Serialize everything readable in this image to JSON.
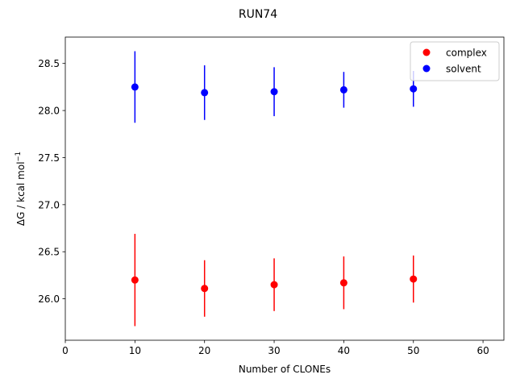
{
  "chart_data": {
    "type": "scatter",
    "title": "RUN74",
    "xlabel": "Number of CLONEs",
    "ylabel_text": "ΔG / kcal mol",
    "ylabel_sup": "−1",
    "xlim": [
      0,
      63
    ],
    "ylim": [
      25.56,
      28.78
    ],
    "xticks": [
      0,
      10,
      20,
      30,
      40,
      50,
      60
    ],
    "yticks": [
      26.0,
      26.5,
      27.0,
      27.5,
      28.0,
      28.5
    ],
    "grid": false,
    "legend_position": "top-right",
    "series": [
      {
        "name": "complex",
        "color": "#ff0000",
        "x": [
          10,
          20,
          30,
          40,
          50
        ],
        "y": [
          26.2,
          26.11,
          26.15,
          26.17,
          26.21
        ],
        "yerr": [
          0.49,
          0.3,
          0.28,
          0.28,
          0.25
        ]
      },
      {
        "name": "solvent",
        "color": "#0000ff",
        "x": [
          10,
          20,
          30,
          40,
          50
        ],
        "y": [
          28.25,
          28.19,
          28.2,
          28.22,
          28.23
        ],
        "yerr": [
          0.38,
          0.29,
          0.26,
          0.19,
          0.19
        ]
      }
    ]
  }
}
